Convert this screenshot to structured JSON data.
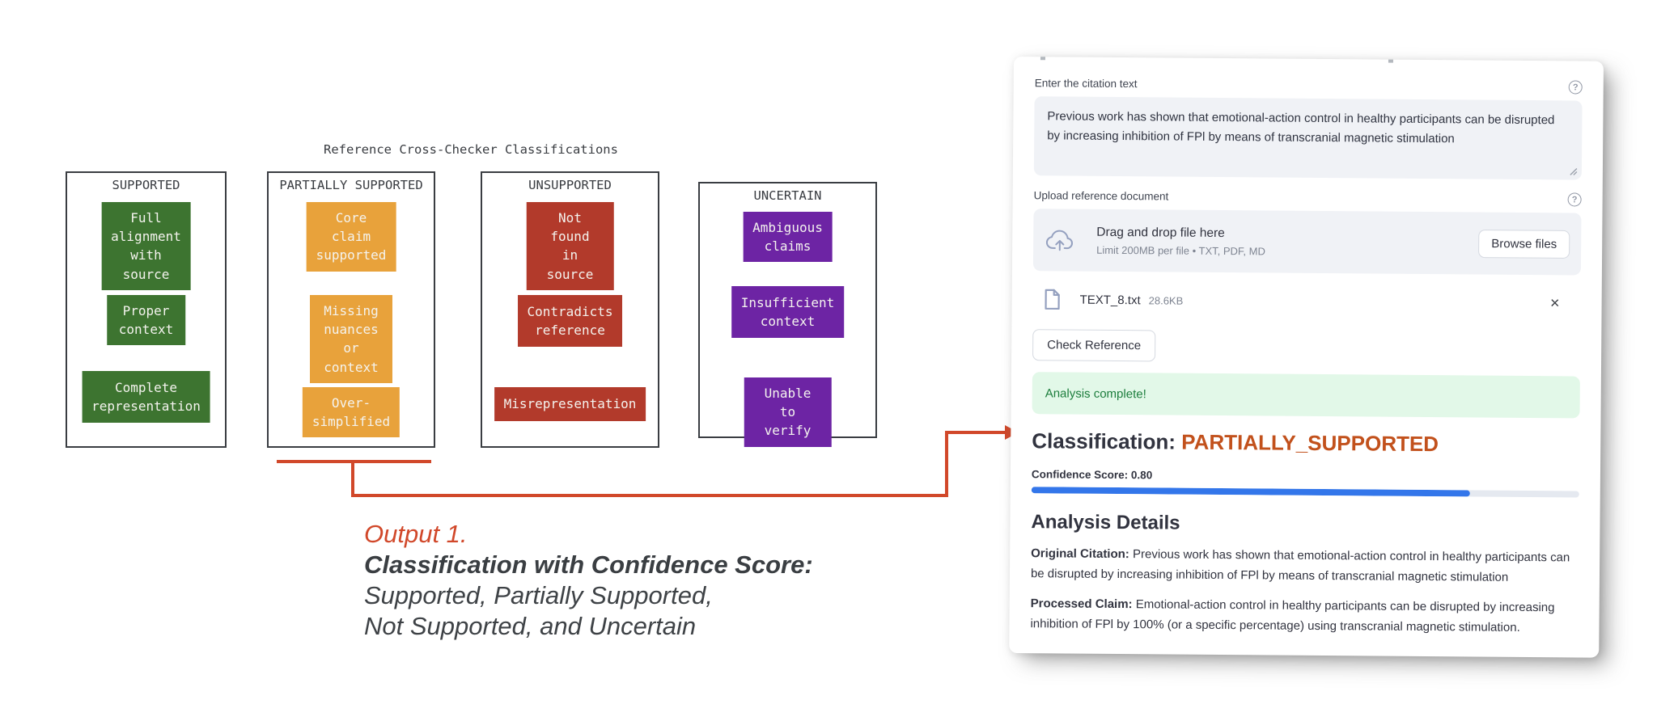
{
  "diagram": {
    "title": "Reference Cross-Checker Classifications",
    "arrow_color": "#d1482a",
    "columns": [
      {
        "header": "SUPPORTED",
        "color": "#3d7430",
        "items": [
          "Full alignment\nwith source",
          "Proper context",
          "Complete\nrepresentation"
        ]
      },
      {
        "header": "PARTIALLY SUPPORTED",
        "color": "#e8a23b",
        "items": [
          "Core claim\nsupported",
          "Missing nuances\nor context",
          "Over-simplified"
        ]
      },
      {
        "header": "UNSUPPORTED",
        "color": "#b23a2b",
        "items": [
          "Not found\nin source",
          "Contradicts\nreference",
          "Misrepresentation"
        ]
      },
      {
        "header": "UNCERTAIN",
        "color": "#6d24a4",
        "items": [
          "Ambiguous claims",
          "Insufficient\ncontext",
          "Unable to verify"
        ]
      }
    ],
    "annotation": {
      "line1": "Output 1.",
      "line2": "Classification with Confidence Score:",
      "line3": "Supported, Partially Supported,",
      "line4": "Not Supported, and Uncertain"
    }
  },
  "panel": {
    "citation_label": "Enter the citation text",
    "citation_value": "Previous work has shown that emotional-action control in healthy participants can be disrupted by increasing inhibition of FPl by means of transcranial magnetic stimulation",
    "upload_label": "Upload reference document",
    "dropzone": {
      "title": "Drag and drop file here",
      "limit": "Limit 200MB per file • TXT, PDF, MD",
      "browse": "Browse files"
    },
    "file": {
      "name": "TEXT_8.txt",
      "size": "28.6KB"
    },
    "check_button": "Check Reference",
    "alert": "Analysis complete!",
    "classification": {
      "label": "Classification:",
      "value": "PARTIALLY_SUPPORTED",
      "value_style": "color:#c2511c"
    },
    "confidence": {
      "label": "Confidence Score: 0.80",
      "percent": 80,
      "fill_style": "width:80%",
      "bar_color": "#3376ea"
    },
    "details": {
      "heading": "Analysis Details",
      "original_label": "Original Citation:",
      "original_text": "Previous work has shown that emotional-action control in healthy participants can be disrupted by increasing inhibition of FPl by means of transcranial magnetic stimulation",
      "processed_label": "Processed Claim:",
      "processed_text": "Emotional-action control in healthy participants can be disrupted by increasing inhibition of FPl by 100% (or a specific percentage) using transcranial magnetic stimulation."
    },
    "icons": {
      "help_glyph": "?",
      "close_glyph": "×"
    }
  }
}
